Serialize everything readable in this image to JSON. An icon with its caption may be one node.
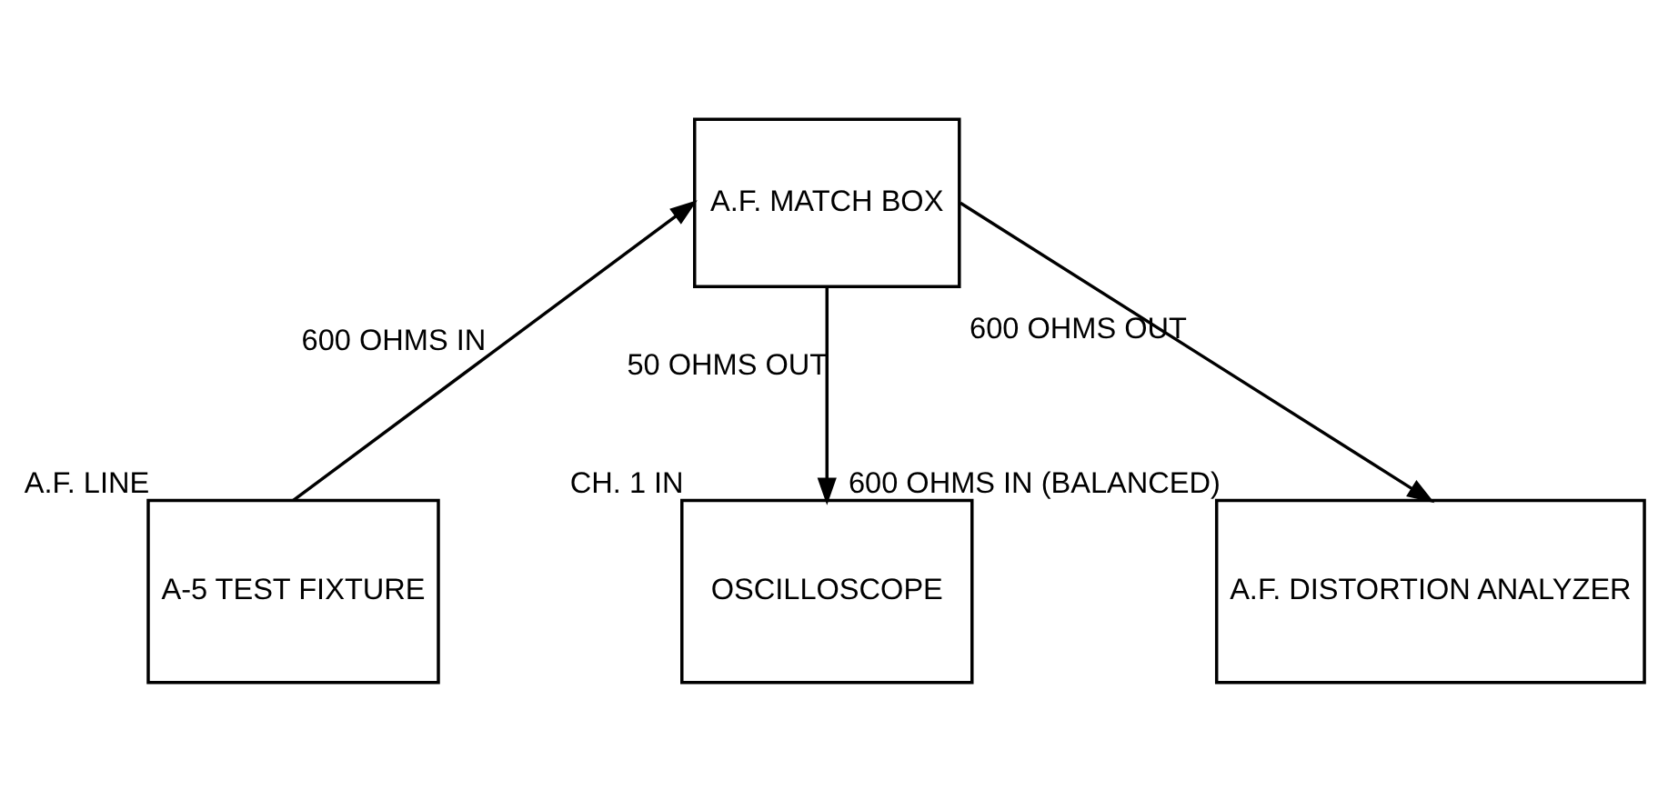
{
  "diagram": {
    "nodes": [
      {
        "text": [
          "A.F. MATCH BOX"
        ]
      },
      {
        "text": [
          "A-5 TEST FIXTURE"
        ],
        "beside": [
          "A.F. LINE"
        ]
      },
      {
        "text": [
          "OSCILLOSCOPE"
        ],
        "beside": [
          "CH. 1 IN"
        ]
      },
      {
        "text": [
          "A.F. DISTORTION ANALYZER"
        ],
        "beside": [
          "600 OHMS IN (BALANCED)"
        ]
      }
    ],
    "edges": [
      {
        "from": 1,
        "to": 0,
        "arrow": "to",
        "label": "600 OHMS IN"
      },
      {
        "from": 0,
        "to": 2,
        "arrow": "to",
        "label": "50 OHMS OUT"
      },
      {
        "from": 0,
        "to": 3,
        "arrow": "to",
        "label": "600 OHMS OUT"
      }
    ]
  }
}
